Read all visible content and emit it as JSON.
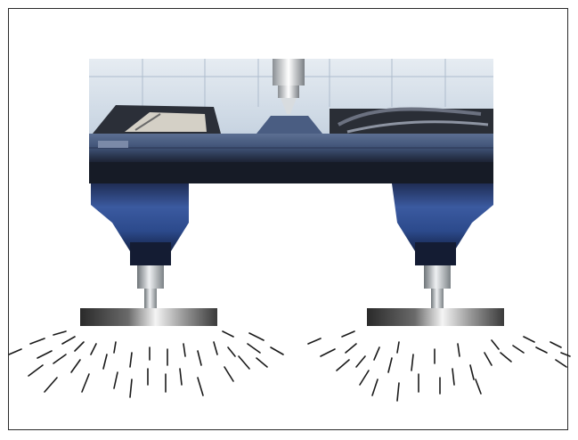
{
  "figure": {
    "subject": "machine-tool-gantry-on-dampers",
    "colors": {
      "frame": "#2a2a2a",
      "machine_blue": "#3a5a9a",
      "machine_dark": "#1e2a40",
      "background_panel": "#cdd8e4",
      "damper_steel": "#bfc4c8",
      "radiating_lines": "#1a1a1a"
    },
    "feet": [
      {
        "name": "left"
      },
      {
        "name": "right"
      }
    ]
  }
}
